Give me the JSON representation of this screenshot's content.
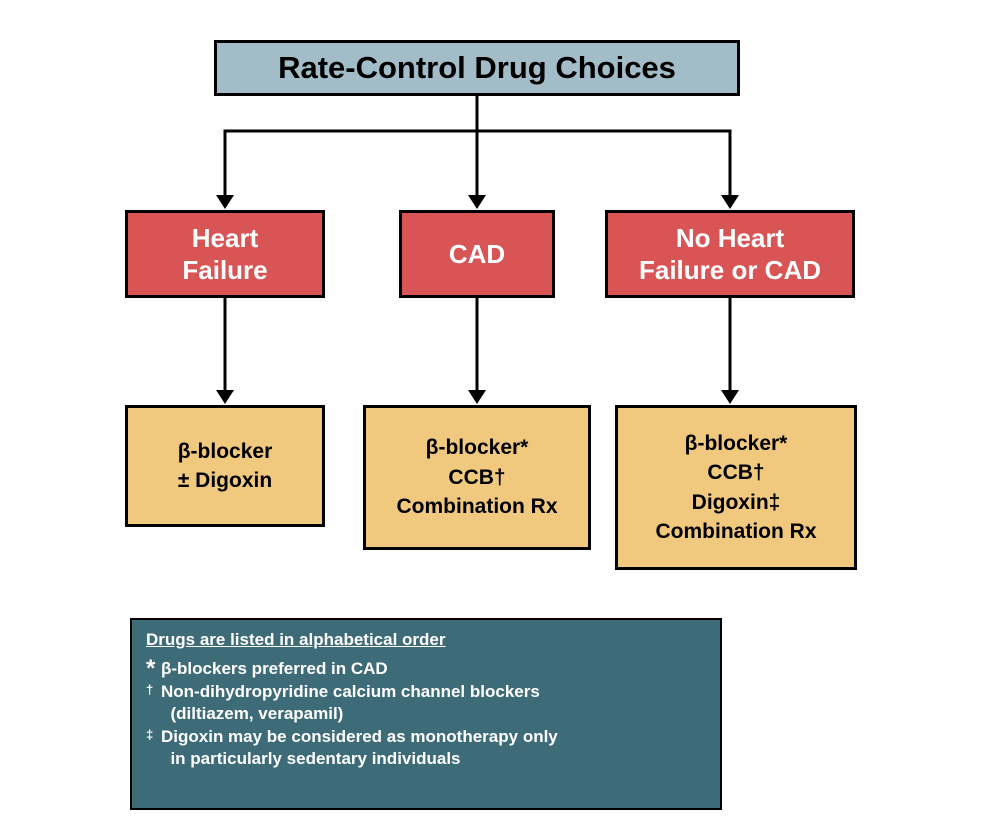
{
  "title": "Rate-Control Drug Choices",
  "colors": {
    "title_bg": "#a2bdc8",
    "branch_bg": "#d95454",
    "leaf_bg": "#f0c87e",
    "note_bg": "#3e6b78",
    "line": "#000000"
  },
  "branches": [
    {
      "label": "Heart\nFailure",
      "drugs": "β-blocker\n± Digoxin"
    },
    {
      "label": "CAD",
      "drugs": "β-blocker*\nCCB†\nCombination Rx"
    },
    {
      "label": "No Heart\nFailure or CAD",
      "drugs": "β-blocker*\nCCB†\nDigoxin‡\nCombination Rx"
    }
  ],
  "notes": {
    "heading": "Drugs are listed in alphabetical order",
    "items": [
      {
        "marker": "*",
        "text": "β-blockers preferred in CAD"
      },
      {
        "marker": "†",
        "text": "Non-dihydropyridine calcium channel blockers\n  (diltiazem, verapamil)"
      },
      {
        "marker": "‡",
        "text": "Digoxin may be considered as monotherapy only\n  in particularly sedentary individuals"
      }
    ]
  }
}
